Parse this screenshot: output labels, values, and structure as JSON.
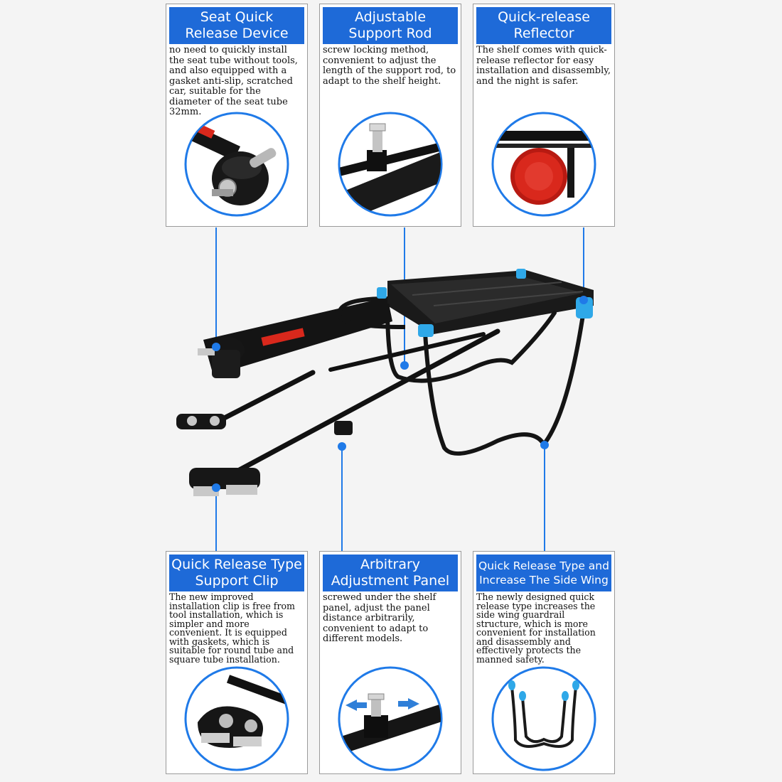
{
  "cards": {
    "seat_clamp": {
      "title": "Seat Quick\nRelease Device",
      "text": "no need to quickly install the seat tube without tools, and also equipped with a gasket anti-slip, scratched car, suitable for the diameter of the seat tube 32mm."
    },
    "support_rod": {
      "title": "Adjustable\nSupport Rod",
      "text": "screw locking method, convenient to adjust the length of the support rod, to adapt to the shelf height."
    },
    "reflector": {
      "title": "Quick-release\nReflector",
      "text": "The shelf comes with quick-release reflector for easy installation and disassembly, and the night is safer."
    },
    "support_clip": {
      "title": "Quick Release Type\nSupport Clip",
      "text": "The new improved installation clip is free from tool installation, which is simpler and more convenient. It is equipped with gaskets, which is suitable for round tube and square tube installation."
    },
    "adjust_panel": {
      "title": "Arbitrary\nAdjustment Panel",
      "text": "screwed under the shelf panel, adjust the panel distance arbitrarily, convenient to adapt to different models."
    },
    "side_wing": {
      "title": "Quick Release Type and\nIncrease The Side Wing",
      "text": "The newly designed quick release type increases the side wing guardrail structure, which is more convenient for installation and disassembly and effectively protects the manned safety."
    }
  },
  "colors": {
    "header_blue": "#1e6ad8",
    "callout_blue": "#1f7ae8",
    "accent_cyan": "#2fa8e8",
    "reflector_red": "#d9281c"
  }
}
